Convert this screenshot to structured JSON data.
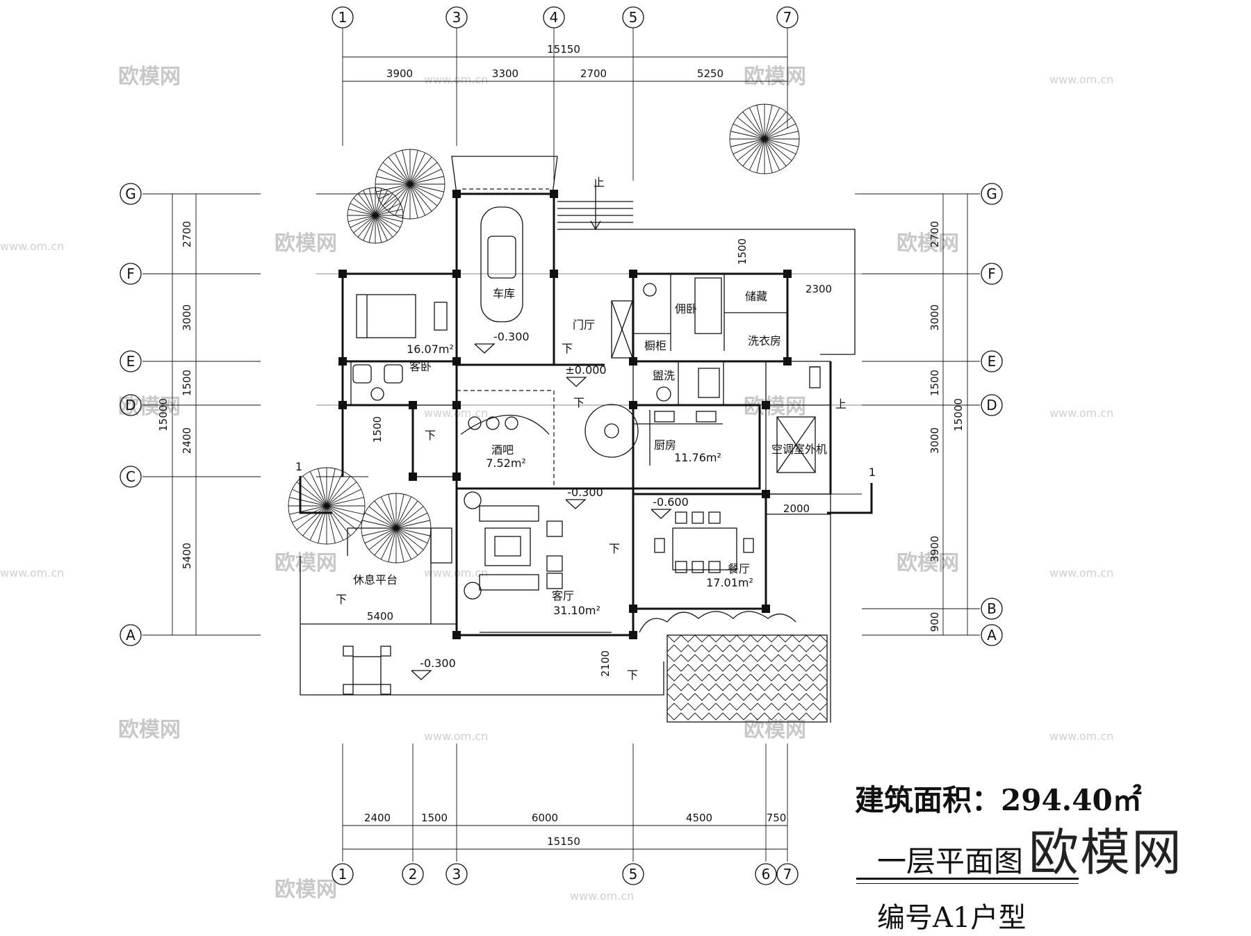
{
  "grid": {
    "top_axes": [
      "1",
      "3",
      "4",
      "5",
      "7"
    ],
    "bottom_axes": [
      "1",
      "2",
      "3",
      "5",
      "6",
      "7"
    ],
    "left_axes": [
      "G",
      "F",
      "E",
      "D",
      "C",
      "A"
    ],
    "right_axes": [
      "G",
      "F",
      "E",
      "D",
      "B",
      "A"
    ]
  },
  "dimensions": {
    "top_total": "15150",
    "top_segments": [
      "3900",
      "3300",
      "2700",
      "5250"
    ],
    "bottom_segments": [
      "2400",
      "1500",
      "6000",
      "4500",
      "750"
    ],
    "bottom_total": "15150",
    "left_segments": [
      "2700",
      "3000",
      "1500",
      "2400",
      "5400"
    ],
    "left_total": "15000",
    "right_segments": [
      "2700",
      "3000",
      "1500",
      "3000",
      "3900",
      "900"
    ],
    "right_total": "15000",
    "misc": [
      "1500",
      "2300",
      "1500",
      "2000",
      "5400",
      "2100"
    ]
  },
  "rooms": {
    "garage": "车库",
    "garage_level": "-0.300",
    "foyer": "门厅",
    "foyer_level": "±0.000",
    "guest_bed": "客卧",
    "guest_bed_area": "16.07m²",
    "bar": "酒吧",
    "bar_area": "7.52m²",
    "maid_room": "佣卧",
    "storage": "储藏",
    "laundry": "洗衣房",
    "cabinet": "橱柜",
    "wash": "盥洗",
    "kitchen": "厨房",
    "kitchen_area": "11.76m²",
    "ac_unit": "空调室外机",
    "living": "客厅",
    "living_area": "31.10m²",
    "living_level": "-0.300",
    "dining": "餐厅",
    "dining_area": "17.01m²",
    "dining_level": "-0.600",
    "terrace": "休息平台",
    "terrace_level": "-0.300"
  },
  "stairs": {
    "up": "上",
    "down": "下"
  },
  "section_mark": "1",
  "title": {
    "area": "建筑面积：294.40㎡",
    "plan_name": "一层平面图",
    "code": "编号A1户型"
  },
  "watermark": {
    "brand": "欧模网",
    "url": "www.om.cn"
  }
}
